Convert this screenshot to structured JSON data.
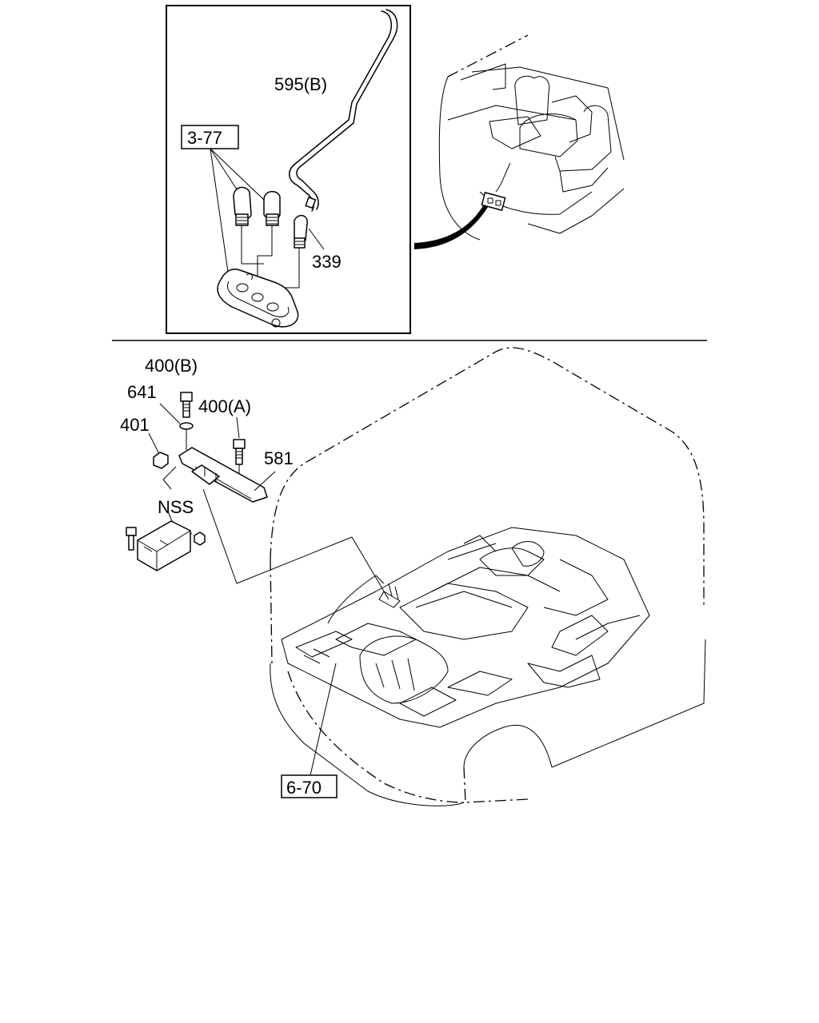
{
  "labels": {
    "hose_595b": "595(B)",
    "ref_3_77": "3-77",
    "hose_339": "339",
    "bolt_400b": "400(B)",
    "washer_641": "641",
    "bolt_400a": "400(A)",
    "nut_401": "401",
    "bracket_581": "581",
    "nss": "NSS",
    "ref_6_70": "6-70"
  },
  "icons": {
    "hose_assembly": "hose-icon",
    "vehicle_interior": "vehicle-interior-icon",
    "floor_panel": "floor-panel-icon",
    "bracket": "bracket-icon",
    "bolt": "bolt-icon",
    "nut": "nut-icon"
  }
}
